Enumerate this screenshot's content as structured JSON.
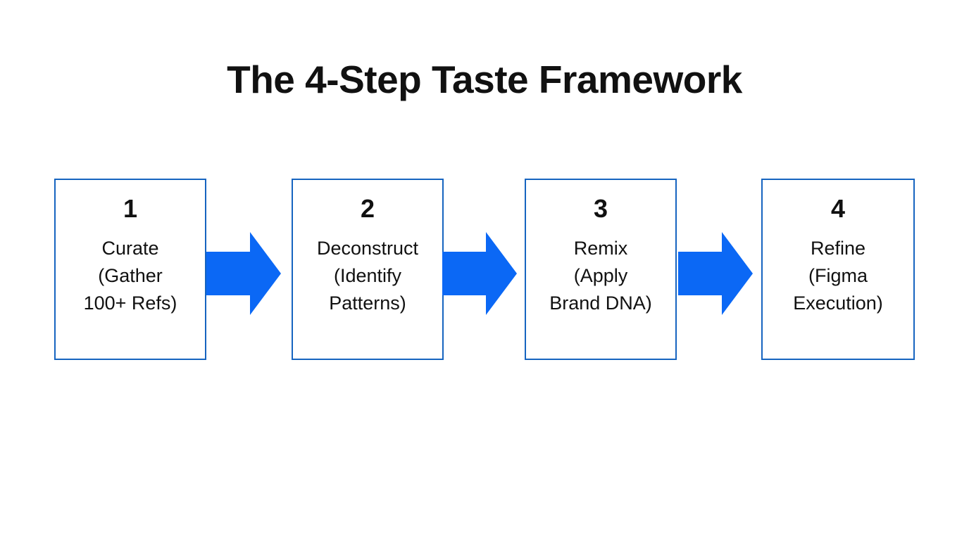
{
  "slide": {
    "title": "The 4-Step Taste Framework",
    "background_color": "#ffffff",
    "text_color": "#111111",
    "accent_color": "#0b68f5",
    "box_border_color": "#1664c0"
  },
  "steps": [
    {
      "number": "1",
      "label": "Curate\n(Gather\n100+ Refs)",
      "name": "Curate",
      "detail": "Gather 100+ Refs"
    },
    {
      "number": "2",
      "label": "Deconstruct\n(Identify\nPatterns)",
      "name": "Deconstruct",
      "detail": "Identify Patterns"
    },
    {
      "number": "3",
      "label": "Remix\n(Apply\nBrand DNA)",
      "name": "Remix",
      "detail": "Apply Brand DNA"
    },
    {
      "number": "4",
      "label": "Refine\n(Figma\nExecution)",
      "name": "Refine",
      "detail": "Figma Execution"
    }
  ],
  "connectors": [
    {
      "icon": "arrow-right-icon",
      "from": "1",
      "to": "2"
    },
    {
      "icon": "arrow-right-icon",
      "from": "2",
      "to": "3"
    },
    {
      "icon": "arrow-right-icon",
      "from": "3",
      "to": "4"
    }
  ]
}
